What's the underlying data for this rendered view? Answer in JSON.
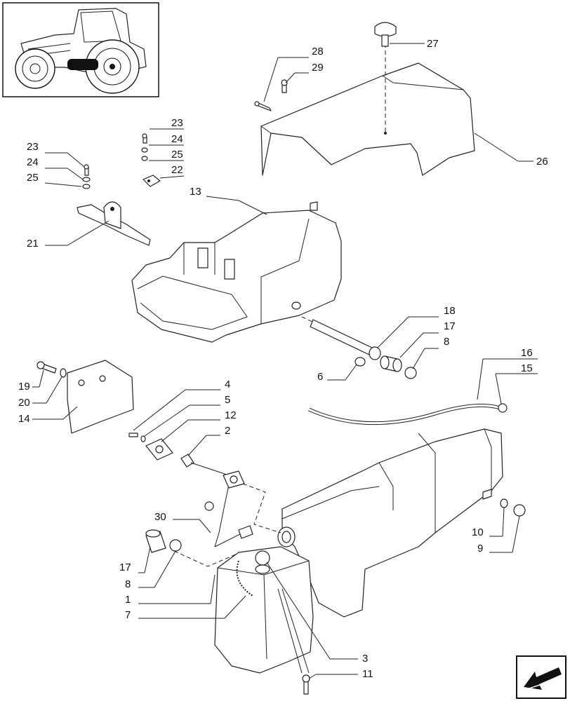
{
  "labels": {
    "p1": "1",
    "p2": "2",
    "p3": "3",
    "p4": "4",
    "p5": "5",
    "p6": "6",
    "p7": "7",
    "p8a": "8",
    "p8b": "8",
    "p9": "9",
    "p10": "10",
    "p11": "11",
    "p12": "12",
    "p13": "13",
    "p14": "14",
    "p15": "15",
    "p16": "16",
    "p17a": "17",
    "p17b": "17",
    "p18": "18",
    "p19": "19",
    "p20": "20",
    "p21": "21",
    "p22": "22",
    "p23a": "23",
    "p24a": "24",
    "p25a": "25",
    "p23b": "23",
    "p24b": "24",
    "p25b": "25",
    "p26": "26",
    "p27": "27",
    "p28": "28",
    "p29": "29",
    "p30": "30"
  },
  "icons": {
    "thumbnail": "tractor-thumbnail",
    "nav": "arrow-icon"
  }
}
